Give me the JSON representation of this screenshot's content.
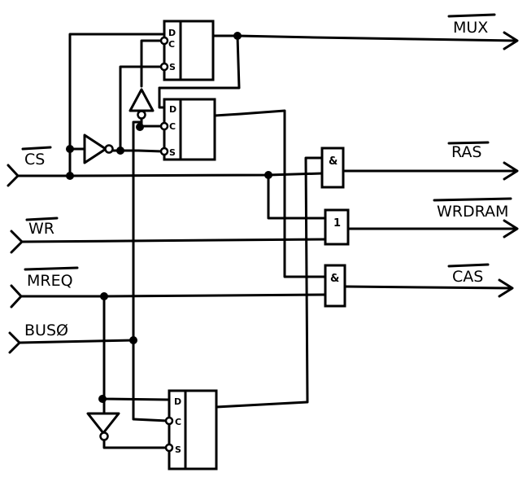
{
  "signals": {
    "inputs": {
      "cs": "CS",
      "wr": "WR",
      "mreq": "MREQ",
      "bus0": "BUSØ"
    },
    "outputs": {
      "mux": "MUX",
      "ras": "RAS",
      "wrdram": "WRDRAM",
      "cas": "CAS"
    }
  },
  "flipflop_pins": {
    "d": "D",
    "c": "C",
    "s": "S"
  },
  "gates": {
    "ras_gate": "&",
    "wrdram_gate": "1",
    "cas_gate": "&"
  }
}
